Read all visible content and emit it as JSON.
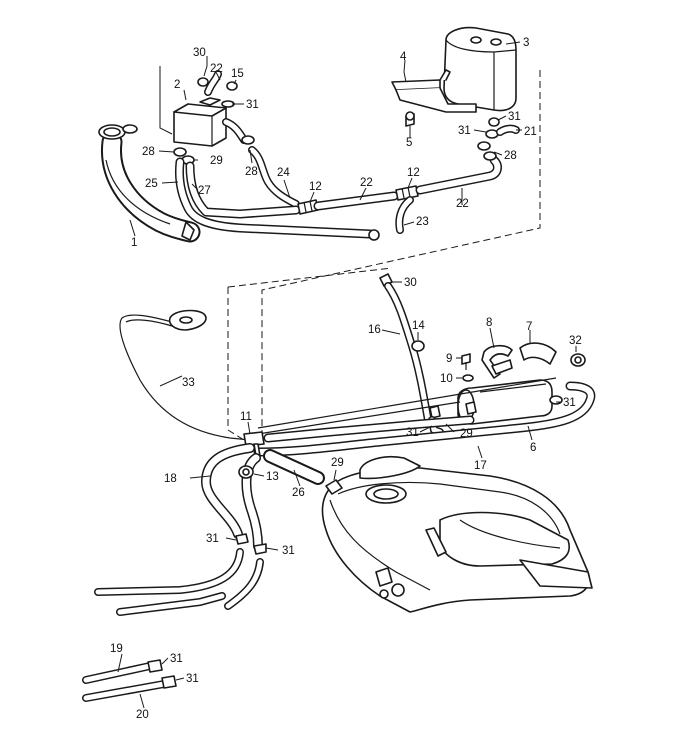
{
  "callouts": [
    {
      "id": "1",
      "text": "1"
    },
    {
      "id": "2",
      "text": "2"
    },
    {
      "id": "3",
      "text": "3"
    },
    {
      "id": "4",
      "text": "4"
    },
    {
      "id": "5",
      "text": "5"
    },
    {
      "id": "6",
      "text": "6"
    },
    {
      "id": "7",
      "text": "7"
    },
    {
      "id": "8",
      "text": "8"
    },
    {
      "id": "9",
      "text": "9"
    },
    {
      "id": "10",
      "text": "10"
    },
    {
      "id": "11",
      "text": "11"
    },
    {
      "id": "12a",
      "text": "12"
    },
    {
      "id": "12b",
      "text": "12"
    },
    {
      "id": "13",
      "text": "13"
    },
    {
      "id": "14",
      "text": "14"
    },
    {
      "id": "15",
      "text": "15"
    },
    {
      "id": "16",
      "text": "16"
    },
    {
      "id": "17",
      "text": "17"
    },
    {
      "id": "18",
      "text": "18"
    },
    {
      "id": "19",
      "text": "19"
    },
    {
      "id": "20",
      "text": "20"
    },
    {
      "id": "21a",
      "text": "21"
    },
    {
      "id": "21b",
      "text": "21"
    },
    {
      "id": "22a",
      "text": "22"
    },
    {
      "id": "22b",
      "text": "22"
    },
    {
      "id": "23",
      "text": "23"
    },
    {
      "id": "24",
      "text": "24"
    },
    {
      "id": "25",
      "text": "25"
    },
    {
      "id": "26",
      "text": "26"
    },
    {
      "id": "27",
      "text": "27"
    },
    {
      "id": "28a",
      "text": "28"
    },
    {
      "id": "28b",
      "text": "28"
    },
    {
      "id": "28c",
      "text": "28"
    },
    {
      "id": "29a",
      "text": "29"
    },
    {
      "id": "29b",
      "text": "29"
    },
    {
      "id": "30a",
      "text": "30"
    },
    {
      "id": "30b",
      "text": "30"
    },
    {
      "id": "31a",
      "text": "31"
    },
    {
      "id": "31b",
      "text": "31"
    },
    {
      "id": "31c",
      "text": "31"
    },
    {
      "id": "31d",
      "text": "31"
    },
    {
      "id": "31e",
      "text": "31"
    },
    {
      "id": "31f",
      "text": "31"
    },
    {
      "id": "31g",
      "text": "31"
    },
    {
      "id": "31h",
      "text": "31"
    },
    {
      "id": "31i",
      "text": "31"
    },
    {
      "id": "31j",
      "text": "31"
    },
    {
      "id": "31k",
      "text": "31"
    },
    {
      "id": "32",
      "text": "32"
    },
    {
      "id": "33",
      "text": "33"
    }
  ]
}
